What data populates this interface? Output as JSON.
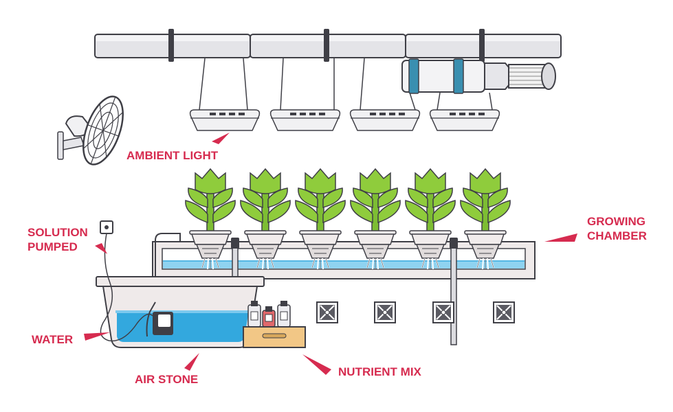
{
  "labels": {
    "ambient_light": "AMBIENT LIGHT",
    "solution_pumped": "SOLUTION\nPUMPED",
    "growing_chamber": "GROWING\nCHAMBER",
    "water": "WATER",
    "air_stone": "AIR STONE",
    "nutrient_mix": "NUTRIENT MIX"
  },
  "colors": {
    "label": "#d62b4f",
    "outline": "#3f3f46",
    "plant": "#8fcc3c",
    "water": "#33a8de",
    "box": "#f2c786"
  }
}
